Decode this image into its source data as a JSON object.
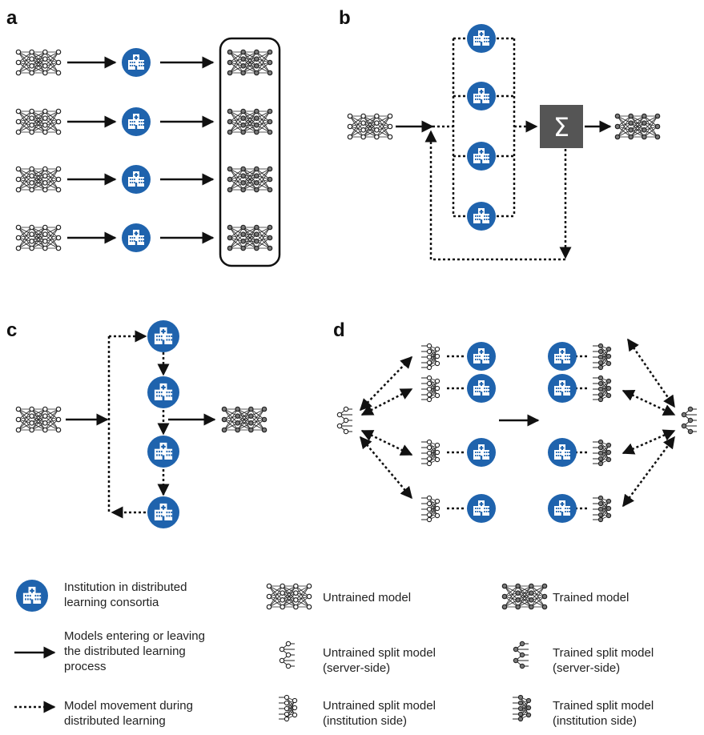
{
  "panels": {
    "a": "a",
    "b": "b",
    "c": "c",
    "d": "d"
  },
  "sum_symbol": "Σ",
  "colors": {
    "institution": "#1f63ad",
    "sum_box": "#555555",
    "stroke": "#111111"
  },
  "legend": {
    "institution": {
      "line1": "Institution in distributed",
      "line2": "learning consortia",
      "icon": "hospital-icon"
    },
    "solid_arrow": {
      "line1": "Models entering or leaving",
      "line2": "the distributed learning",
      "line3": "process"
    },
    "dotted_arrow": {
      "line1": "Model movement during",
      "line2": "distributed learning"
    },
    "untrained_model": "Untrained model",
    "trained_model": "Trained model",
    "untrained_split_server": {
      "line1": "Untrained split model",
      "line2": "(server-side)"
    },
    "trained_split_server": {
      "line1": "Trained split model",
      "line2": "(server-side)"
    },
    "untrained_split_inst": {
      "line1": "Untrained split model",
      "line2": "(institution side)"
    },
    "trained_split_inst": {
      "line1": "Trained split model",
      "line2": "(institution side)"
    }
  }
}
